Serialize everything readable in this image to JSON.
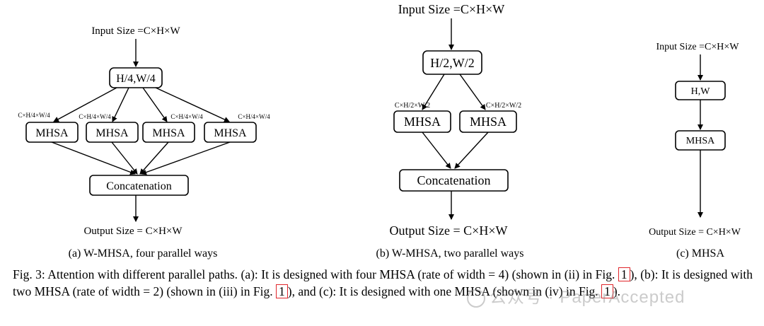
{
  "panels": {
    "a": {
      "input": "Input Size =C×H×W",
      "split": "H/4,W/4",
      "branch_labels": [
        "C×H/4×W/4",
        "C×H/4×W/4",
        "C×H/4×W/4",
        "C×H/4×W/4"
      ],
      "mhsa": [
        "MHSA",
        "MHSA",
        "MHSA",
        "MHSA"
      ],
      "concat": "Concatenation",
      "output": "Output Size = C×H×W",
      "caption": "(a) W-MHSA, four parallel ways"
    },
    "b": {
      "input": "Input Size =C×H×W",
      "split": "H/2,W/2",
      "branch_labels": [
        "C×H/2×W/2",
        "C×H/2×W/2"
      ],
      "mhsa": [
        "MHSA",
        "MHSA"
      ],
      "concat": "Concatenation",
      "output": "Output Size = C×H×W",
      "caption": "(b) W-MHSA, two parallel ways"
    },
    "c": {
      "input": "Input Size =C×H×W",
      "split": "H,W",
      "mhsa": "MHSA",
      "output": "Output Size = C×H×W",
      "caption": "(c) MHSA"
    }
  },
  "figure_caption": {
    "part1": "Fig. 3: Attention with different parallel paths. (a): It is designed with four MHSA (rate of width = 4) (shown in (ii) in Fig.",
    "ref1": "1",
    "part2": "), (b): It is designed with two MHSA (rate of width = 2) (shown in (iii) in Fig.",
    "ref2": "1",
    "part3": "), and (c): It is designed with one MHSA (shown in (iv) in Fig.",
    "ref3": "1",
    "part4": ")."
  },
  "watermark": "公众号 · PaperAccepted",
  "colors": {
    "ref_box": "#e0262b"
  }
}
